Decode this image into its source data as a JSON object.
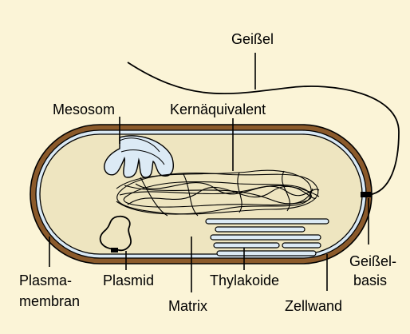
{
  "diagram": {
    "labels": {
      "geissel": "Geißel",
      "mesosom": "Mesosom",
      "kernaequivalent": "Kernäquivalent",
      "plasmamembran_1": "Plasma-",
      "plasmamembran_2": "membran",
      "plasmid": "Plasmid",
      "thylakoide": "Thylakoide",
      "matrix": "Matrix",
      "zellwand": "Zellwand",
      "geisselbasis_1": "Geißel-",
      "geisselbasis_2": "basis"
    },
    "colors": {
      "background": "#fbf4d7",
      "cell_wall": "#8b5a2b",
      "membrane": "#d9e9f5",
      "matrix": "#eee5c0",
      "structures": "#dceaf5",
      "outline": "#000000"
    }
  }
}
